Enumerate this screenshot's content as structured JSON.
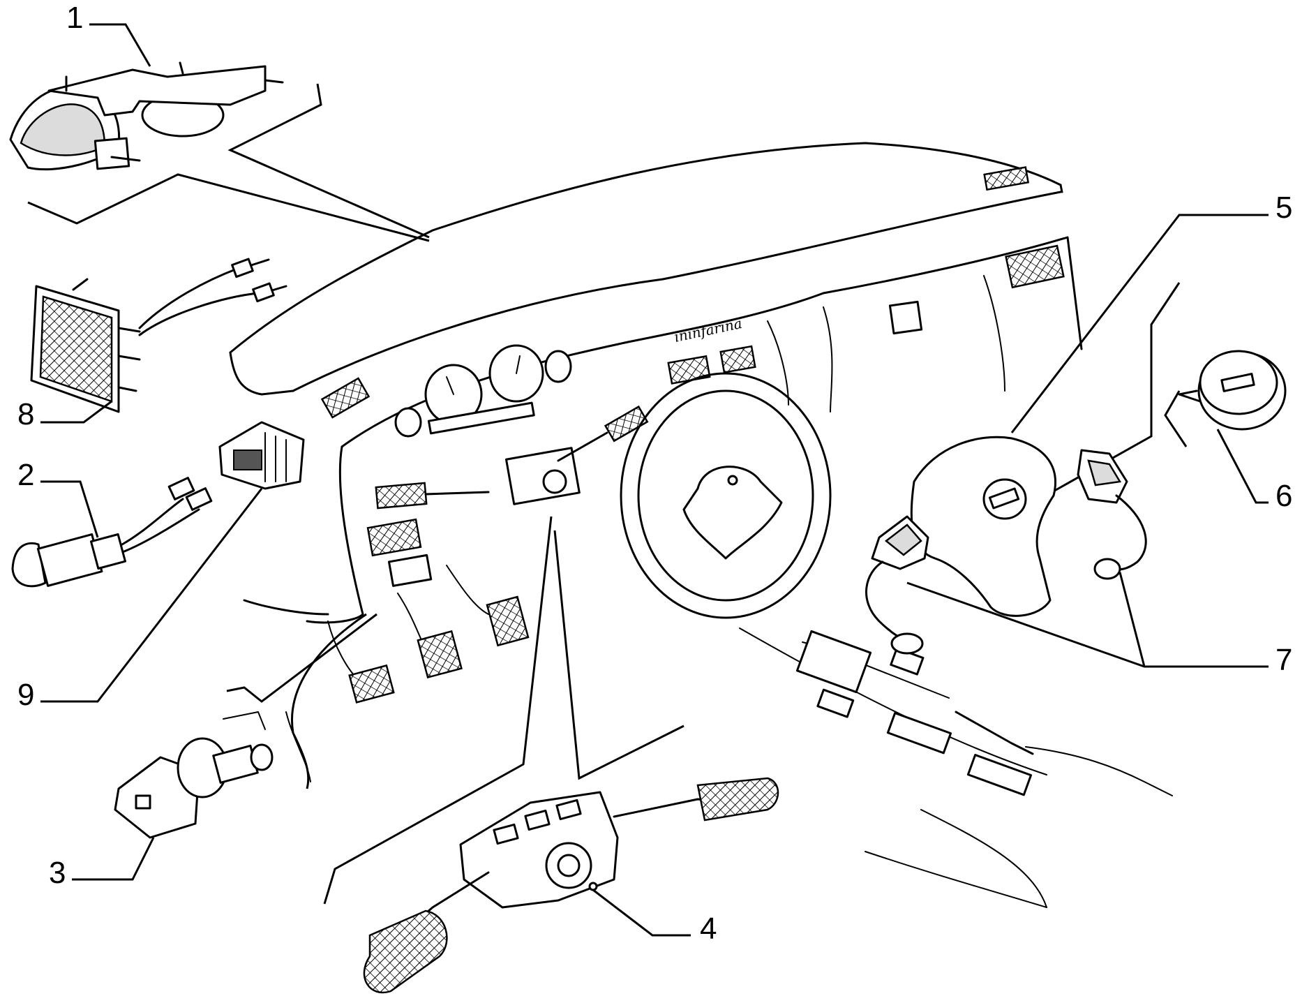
{
  "diagram": {
    "dashboard_script": "ininfarina",
    "callouts": [
      {
        "id": "1",
        "label": "1"
      },
      {
        "id": "2",
        "label": "2"
      },
      {
        "id": "3",
        "label": "3"
      },
      {
        "id": "4",
        "label": "4"
      },
      {
        "id": "5",
        "label": "5"
      },
      {
        "id": "6",
        "label": "6"
      },
      {
        "id": "7",
        "label": "7"
      },
      {
        "id": "8",
        "label": "8"
      },
      {
        "id": "9",
        "label": "9"
      }
    ]
  }
}
